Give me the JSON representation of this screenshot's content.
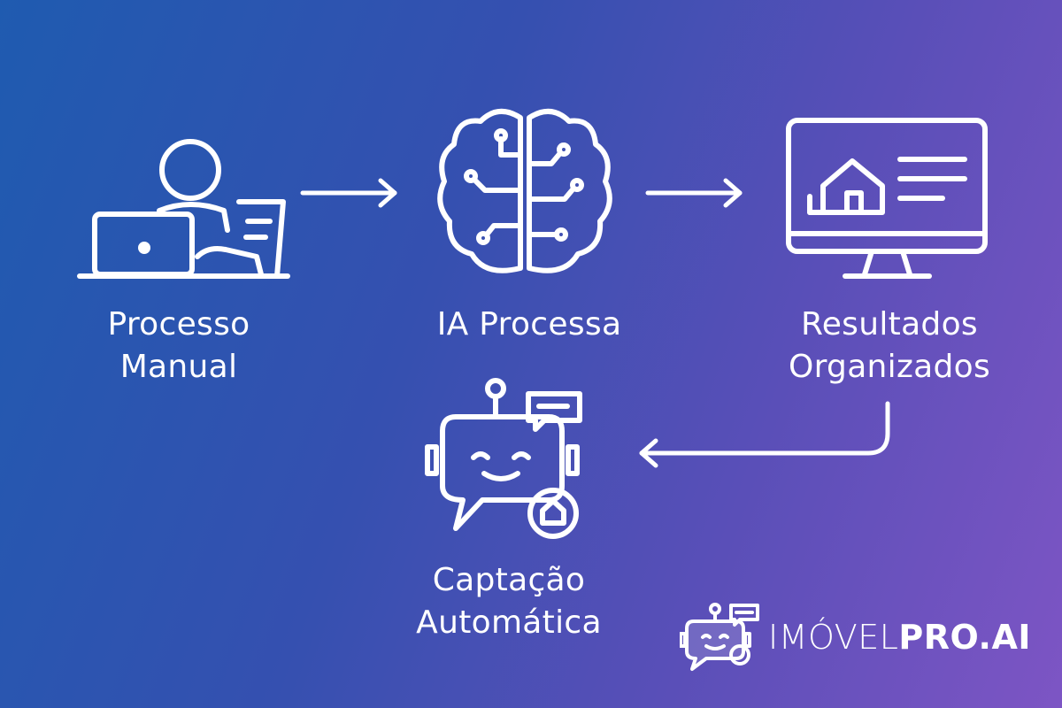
{
  "steps": [
    {
      "label_line1": "Processo",
      "label_line2": "Manual",
      "icon": "person-laptop-icon"
    },
    {
      "label_line1": "IA Processa",
      "label_line2": "",
      "icon": "brain-circuit-icon"
    },
    {
      "label_line1": "Resultados",
      "label_line2": "Organizados",
      "icon": "monitor-house-icon"
    },
    {
      "label_line1": "Captação",
      "label_line2": "Automática",
      "icon": "robot-chat-icon"
    }
  ],
  "brand": {
    "light": "IMÓVEL",
    "bold": "PRO.AI",
    "icon": "robot-logo-icon"
  },
  "colors": {
    "stroke": "#ffffff",
    "bg_start": "#1f5bb0",
    "bg_end": "#7d55c4"
  }
}
